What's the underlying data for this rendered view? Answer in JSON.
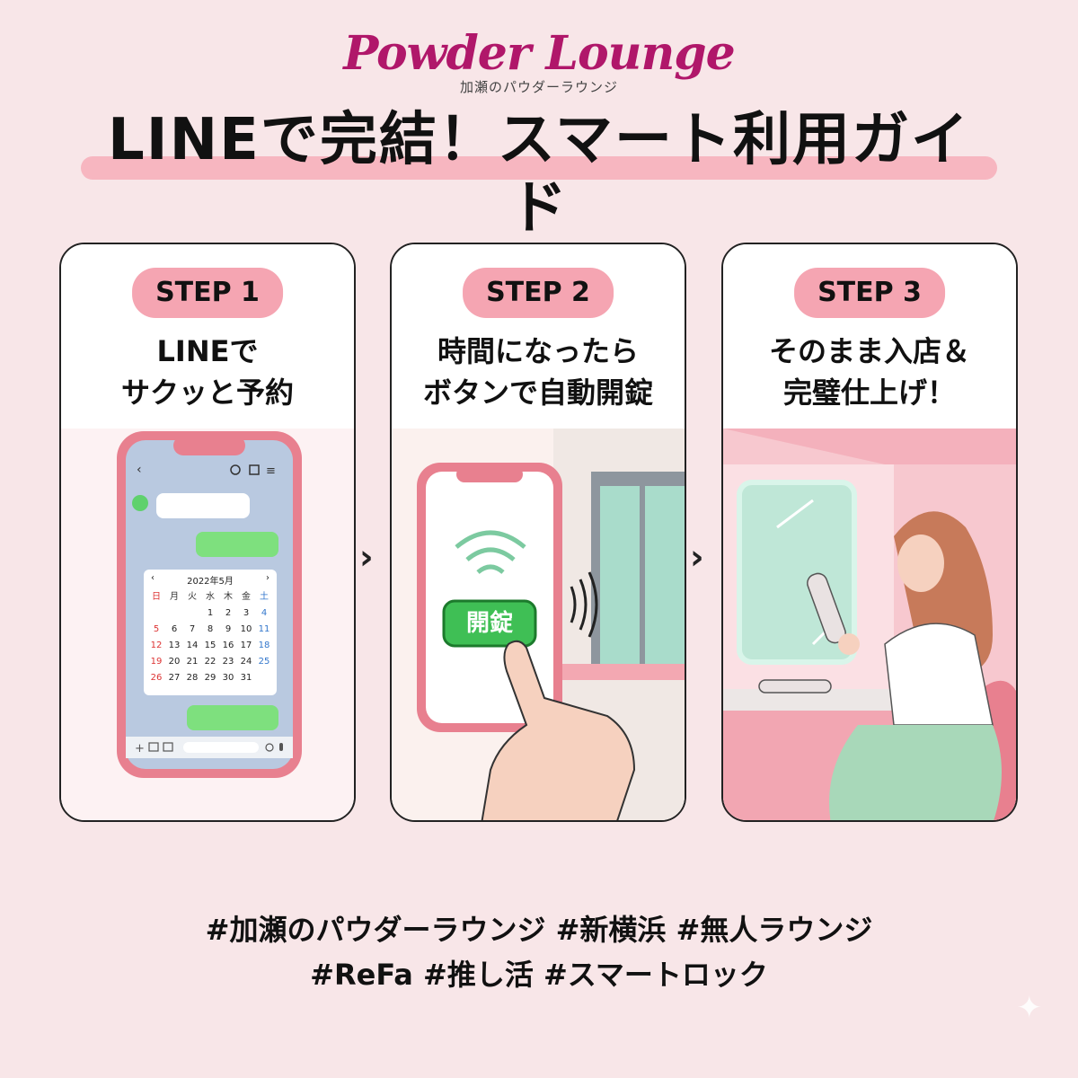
{
  "brand": {
    "name": "Powder Lounge",
    "subname": "加瀬のパウダーラウンジ"
  },
  "headline": "LINEで完結！スマート利用ガイド",
  "steps": [
    {
      "label": "STEP 1",
      "title_line1": "LINEで",
      "title_line2": "サクッと予約"
    },
    {
      "label": "STEP 2",
      "title_line1": "時間になったら",
      "title_line2": "ボタンで自動開錠"
    },
    {
      "label": "STEP 3",
      "title_line1": "そのまま入店＆",
      "title_line2": "完璧仕上げ！"
    }
  ],
  "calendar": {
    "header": "2022年5月",
    "weekdays": [
      "日",
      "月",
      "火",
      "水",
      "木",
      "金",
      "土"
    ],
    "rows": [
      [
        "",
        "",
        "",
        "",
        "1",
        "2",
        "3",
        "4"
      ],
      [
        "5",
        "6",
        "7",
        "8",
        "9",
        "10",
        "11"
      ],
      [
        "12",
        "13",
        "14",
        "15",
        "16",
        "17",
        "18"
      ],
      [
        "19",
        "20",
        "21",
        "22",
        "23",
        "24",
        "25"
      ],
      [
        "26",
        "27",
        "28",
        "29",
        "30",
        "31",
        ""
      ]
    ]
  },
  "unlock_button": "開錠",
  "arrow_glyph": "›",
  "tags_line1": "#加瀬のパウダーラウンジ #新横浜 #無人ラウンジ",
  "tags_line2": "#ReFa #推し活 #スマートロック",
  "colors": {
    "background": "#f8e6e8",
    "pink_accent": "#f5a5b2",
    "brand_magenta": "#b0176a",
    "line_green": "#5fd16d",
    "phone_frame": "#e8808f"
  }
}
